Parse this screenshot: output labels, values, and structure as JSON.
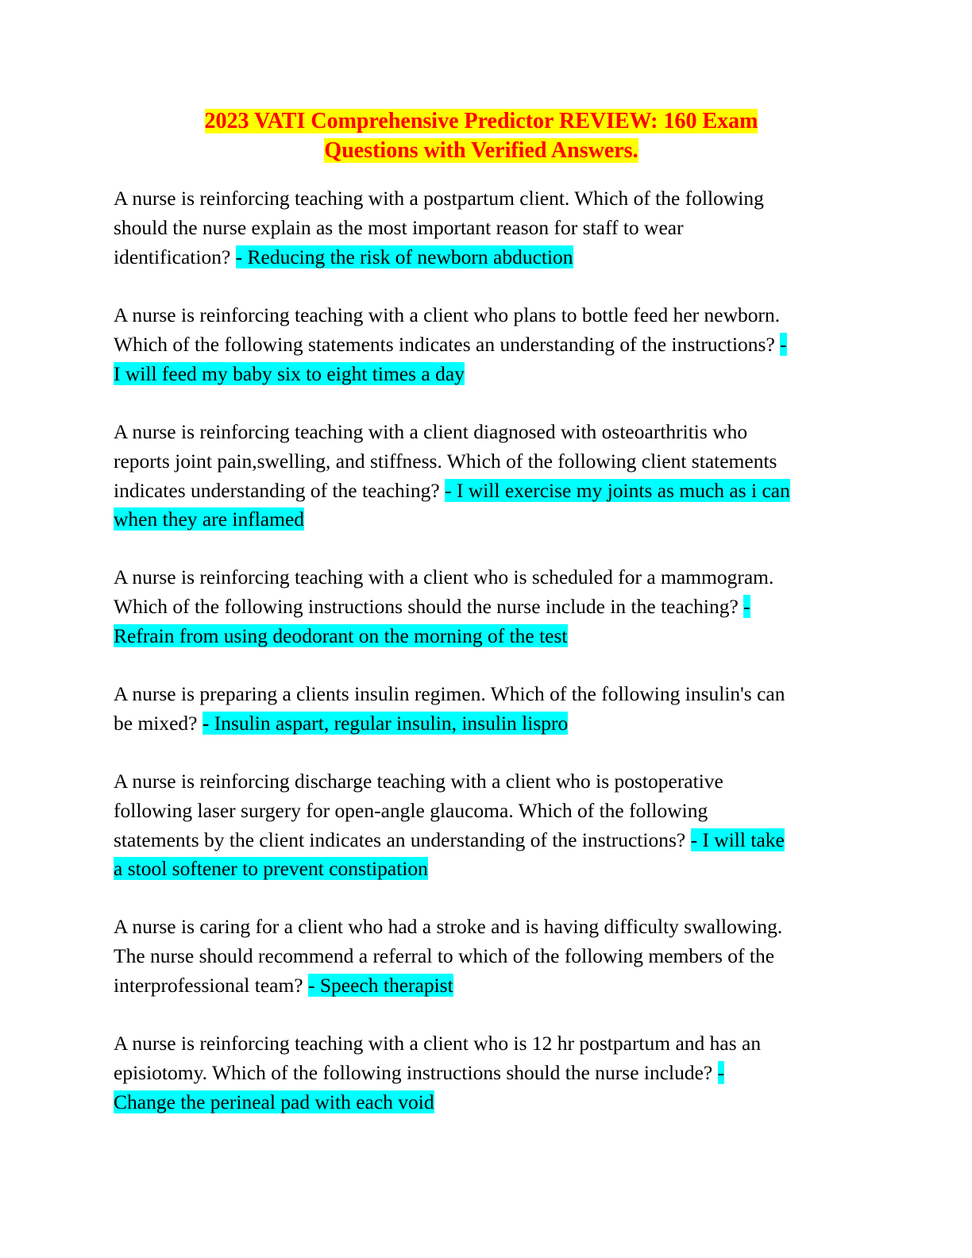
{
  "document": {
    "title_line1": "2023 VATI Comprehensive Predictor REVIEW: 160 Exam",
    "title_line2": "Questions with Verified Answers.",
    "colors": {
      "title_text": "#ff0000",
      "title_highlight": "#ffff00",
      "answer_highlight": "#00ffff"
    },
    "items": [
      {
        "q1": "A nurse is reinforcing teaching with a postpartum client. Which of the following",
        "q2": "should the nurse explain as the most important reason for staff to wear",
        "q3": "identification?",
        "a1": "- Reducing the risk of newborn abduction"
      },
      {
        "q1": "A nurse is reinforcing teaching with a client who plans to bottle feed her newborn.",
        "q2": "Which of the following statements indicates an understanding of the instructions?",
        "a1": "-",
        "a2": "I will feed my baby six to eight times a day"
      },
      {
        "q1": "A nurse is reinforcing teaching with a client diagnosed with osteoarthritis who",
        "q2": "reports joint pain,swelling, and stiffness. Which of the following client statements",
        "q3": "indicates understanding of the teaching?",
        "a1": "- I will exercise my joints as much as i can",
        "a2": "when they are inflamed"
      },
      {
        "q1": "A nurse is reinforcing teaching with a client who is scheduled for a mammogram.",
        "q2": "Which of the following instructions should the nurse include in the teaching?",
        "a1": "-",
        "a2": "Refrain from using deodorant on the morning of the test"
      },
      {
        "q1": "A nurse is preparing a clients insulin regimen. Which of the following insulin's can",
        "q2": "be mixed?",
        "a1": "- Insulin aspart, regular insulin, insulin lispro"
      },
      {
        "q1": "A nurse is reinforcing discharge teaching with a client who is postoperative",
        "q2": "following laser surgery for open-angle glaucoma. Which of the following",
        "q3": "statements by the client indicates an understanding of the instructions?",
        "a1": "- I will take",
        "a2": "a stool softener to prevent constipation"
      },
      {
        "q1": "A nurse is caring for a client who had a stroke and is having difficulty swallowing.",
        "q2": "The nurse should recommend a referral to which of the following members of the",
        "q3": "interprofessional team?",
        "a1": "- Speech therapist"
      },
      {
        "q1": "A nurse is reinforcing teaching with a client who is 12 hr postpartum and has an",
        "q2": "episiotomy. Which of the following instructions should the nurse include?",
        "a1": "-",
        "a2": "Change the perineal pad with each void"
      }
    ]
  }
}
